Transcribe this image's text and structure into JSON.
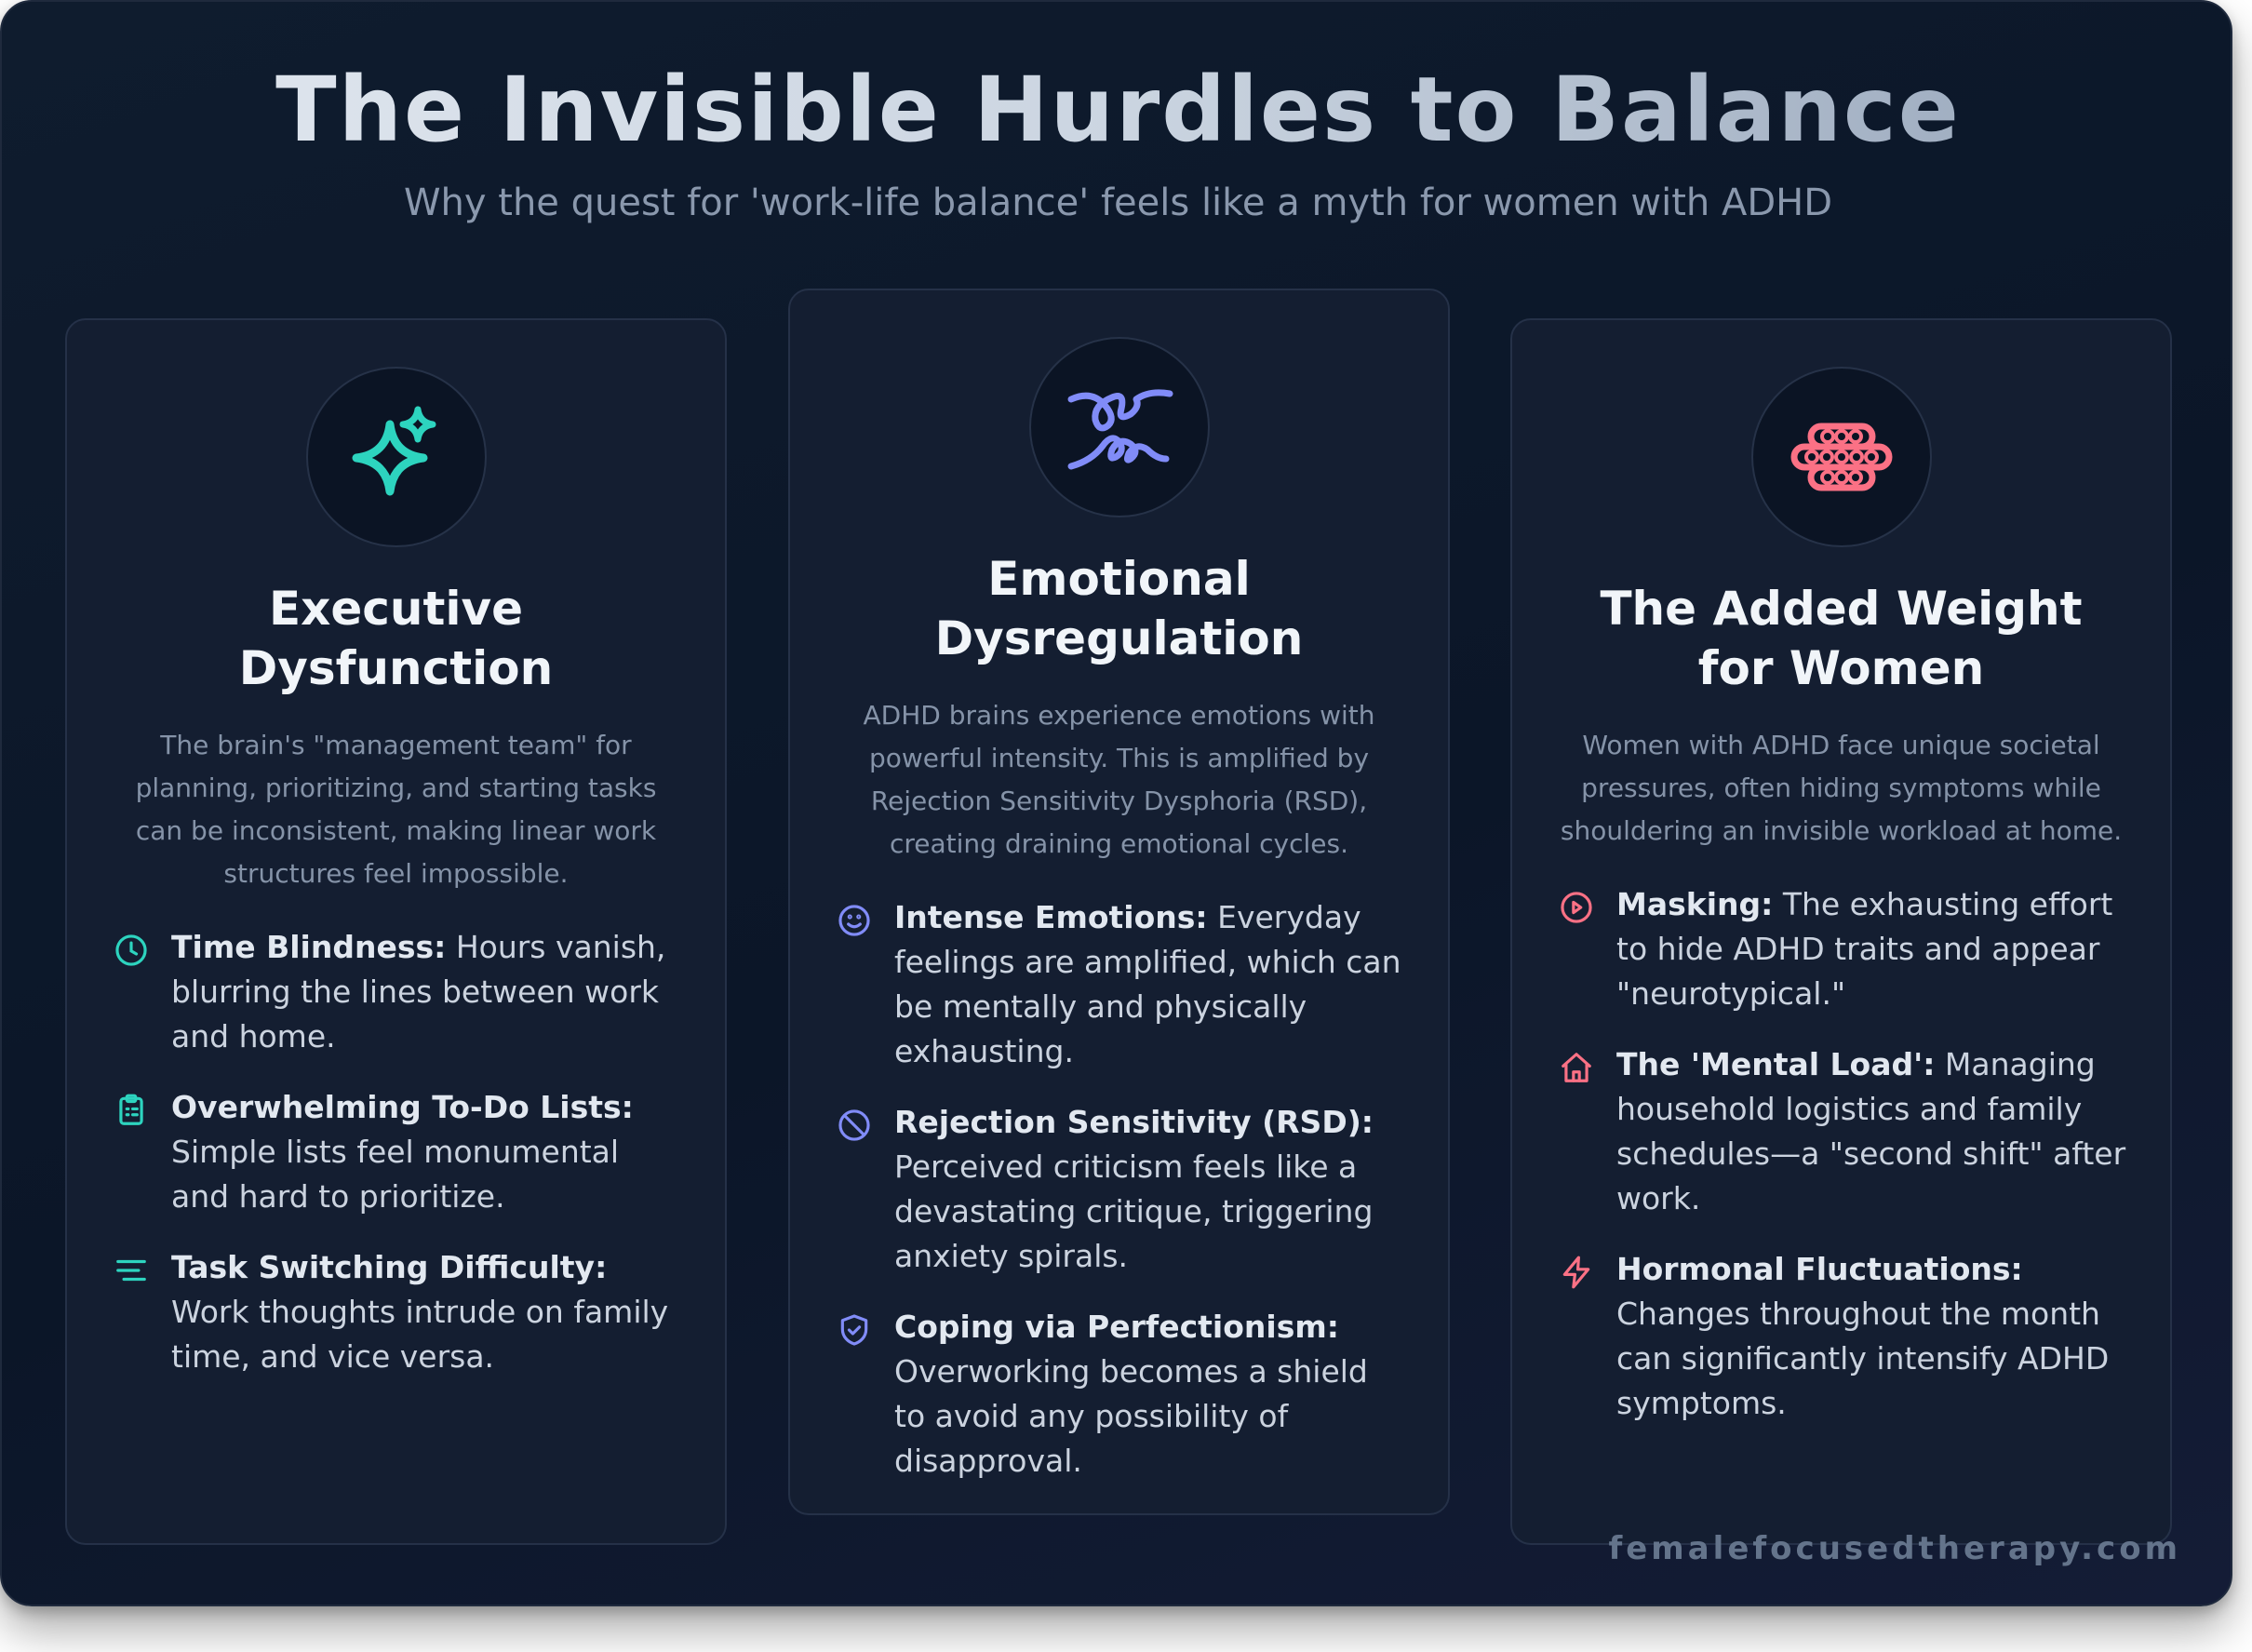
{
  "header": {
    "title": "The Invisible Hurdles to Balance",
    "subtitle": "Why the quest for 'work-life balance' feels like a myth for women with ADHD"
  },
  "colors": {
    "teal": "#2dd4bf",
    "indigo": "#818cf8",
    "rose": "#fb7185",
    "background": "#0b1628",
    "card": "#141e31"
  },
  "cards": [
    {
      "icon": "sparkles-icon",
      "title": "Executive Dysfunction",
      "description": "The brain's \"management team\" for planning, prioritizing, and starting tasks can be inconsistent, making linear work structures feel impossible.",
      "items": [
        {
          "icon": "clock-icon",
          "label": "Time Blindness:",
          "text": " Hours vanish, blurring the lines between work and home."
        },
        {
          "icon": "clipboard-list-icon",
          "label": "Overwhelming To-Do Lists:",
          "text": " Simple lists feel monumental and hard to prioritize."
        },
        {
          "icon": "list-icon",
          "label": "Task Switching Difficulty:",
          "text": " Work thoughts intrude on family time, and vice versa."
        }
      ]
    },
    {
      "icon": "tangled-thread-icon",
      "title": "Emotional Dysregulation",
      "description": "ADHD brains experience emotions with powerful intensity. This is amplified by Rejection Sensitivity Dysphoria (RSD), creating draining emotional cycles.",
      "items": [
        {
          "icon": "smile-icon",
          "label": "Intense Emotions:",
          "text": " Everyday feelings are amplified, which can be mentally and physically exhausting."
        },
        {
          "icon": "ban-icon",
          "label": "Rejection Sensitivity (RSD):",
          "text": " Perceived criticism feels like a devastating critique, triggering anxiety spirals."
        },
        {
          "icon": "shield-check-icon",
          "label": "Coping via Perfectionism:",
          "text": " Overworking becomes a shield to avoid any possibility of disapproval."
        }
      ]
    },
    {
      "icon": "weight-chain-icon",
      "title": "The Added Weight for Women",
      "description": "Women with ADHD face unique societal pressures, often hiding symptoms while shouldering an invisible workload at home.",
      "items": [
        {
          "icon": "play-circle-icon",
          "label": "Masking:",
          "text": " The exhausting effort to hide ADHD traits and appear \"neurotypical.\""
        },
        {
          "icon": "home-icon",
          "label": "The 'Mental Load':",
          "text": " Managing household logistics and family schedules—a \"second shift\" after work."
        },
        {
          "icon": "lightning-icon",
          "label": "Hormonal Fluctuations:",
          "text": " Changes throughout the month can significantly intensify ADHD symptoms."
        }
      ]
    }
  ],
  "footer": {
    "website": "femalefocusedtherapy.com"
  }
}
